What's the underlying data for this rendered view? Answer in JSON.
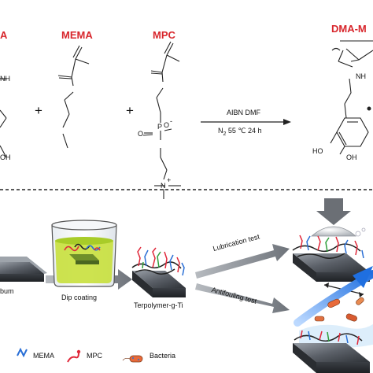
{
  "monomers": {
    "dma_fragment": "A",
    "mema": "MEMA",
    "mpc": "MPC",
    "product_fragment": "DMA-M"
  },
  "atoms": {
    "nh_left": "NH",
    "oh_left": "OH",
    "o_minus": "O",
    "minus": "-",
    "o_p": "O",
    "p": "P",
    "n_plus": "N",
    "plus": "+",
    "nh_product": "NH",
    "ho_product": "HO",
    "oh_product": "OH"
  },
  "reaction": {
    "plus_sign": "+",
    "reagents": "AIBN  DMF",
    "conditions": "N",
    "sub": "2",
    "conditions_rest": "  55 ℃  24 h"
  },
  "process": {
    "substrate_label": "bum",
    "step1": "Dip coating",
    "intermediate": "Terpolymer-g-Ti",
    "test1": "Lubrication test",
    "test2": "Antifouling test"
  },
  "legend": {
    "mema": "MEMA",
    "mpc": "MPC",
    "bacteria": "Bacteria"
  },
  "colors": {
    "accent_red": "#d8262c",
    "mema_blue": "#2a6fd6",
    "mpc_red": "#e0283a",
    "dma_green": "#2e9e3a",
    "solution_green": "#b9d83a",
    "substrate_dark": "#3d4148",
    "arrow_gray": "#8a8f96",
    "arrow_blue": "#2f7fe0"
  }
}
